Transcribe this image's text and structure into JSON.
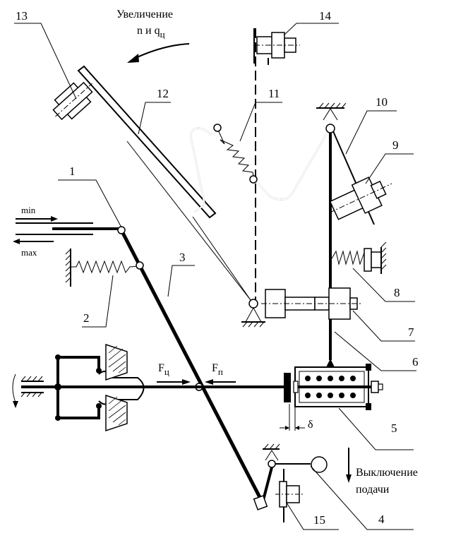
{
  "labels": {
    "callout_1": "1",
    "callout_2": "2",
    "callout_3": "3",
    "callout_4": "4",
    "callout_5": "5",
    "callout_6": "6",
    "callout_7": "7",
    "callout_8": "8",
    "callout_9": "9",
    "callout_10": "10",
    "callout_11": "11",
    "callout_12": "12",
    "callout_13": "13",
    "callout_14": "14",
    "callout_15": "15"
  },
  "annotations": {
    "increase_line1": "Увеличение",
    "increase_line2": "n и q",
    "increase_subscript": "ц",
    "min": "min",
    "max": "max",
    "force_centrifugal": "F",
    "force_centrifugal_sub": "ц",
    "force_spring": "F",
    "force_spring_sub": "п",
    "gap": "δ",
    "shutoff_line1": "Выключение",
    "shutoff_line2": "подачи"
  }
}
